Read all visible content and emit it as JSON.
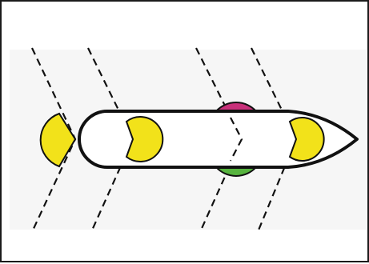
{
  "diagram": {
    "colors": {
      "frame": "#1a1a1a",
      "ship_outline": "#111111",
      "ship_fill": "#ffffff",
      "lines": "#111111",
      "panel_tint": "#f6f6f6",
      "yellow": "#f2e21a",
      "magenta": "#c8307a",
      "green": "#57b43f"
    },
    "elements": {
      "ship": "ship-hull",
      "dashed_lines": 4,
      "yellow_markers": 3,
      "magenta_markers": 1,
      "green_markers": 1
    }
  }
}
